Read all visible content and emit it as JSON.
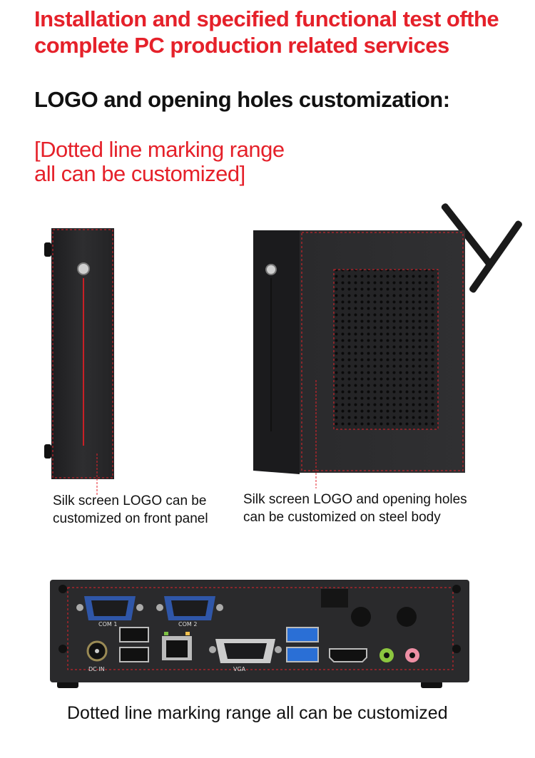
{
  "header": {
    "title": "Installation and specified functional test ofthe\ncomplete PC production related services",
    "subtitle": "LOGO and opening holes customization:",
    "note": "[Dotted line marking range\nall can be customized]"
  },
  "captions": {
    "front_panel": "Silk screen LOGO can be\ncustomized on front panel",
    "steel_body": "Silk screen LOGO and opening holes\ncan be customized on steel body",
    "rear_panel": "Dotted line marking range all can be customized"
  },
  "port_labels": {
    "com1": "COM 1",
    "com2": "COM 2",
    "dc_in": "DC IN",
    "vga": "VGA"
  },
  "colors": {
    "accent_red": "#e5212a",
    "chassis": "#2b2b2d",
    "usb3_blue": "#2a6fd6",
    "audio_green": "#8cc63f",
    "audio_pink": "#ee8fa5"
  }
}
